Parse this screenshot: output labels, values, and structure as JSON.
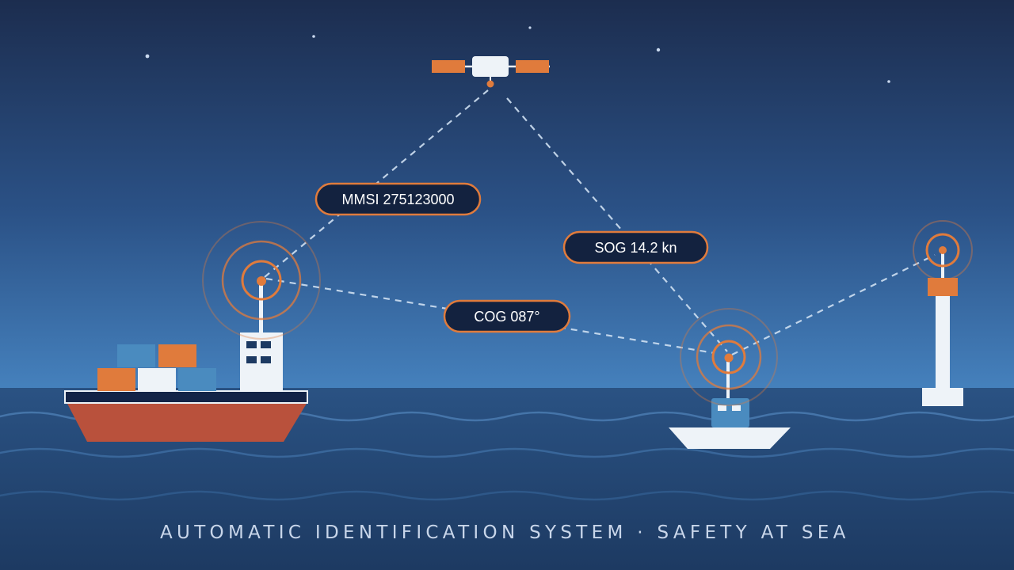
{
  "labels": {
    "mmsi": "MMSI 275123000",
    "sog": "SOG 14.2 kn",
    "cog": "COG 087°"
  },
  "caption": "AUTOMATIC IDENTIFICATION SYSTEM · SAFETY AT SEA",
  "colors": {
    "sky_top": "#1c2d4f",
    "sky_bottom": "#3f7bb8",
    "sea": "#254a76",
    "accent_orange": "#e07b3c",
    "hull_red": "#b9513c",
    "container_blue": "#4a8bbf",
    "white": "#eef3f8",
    "pill_bg": "#13223f"
  },
  "icons": {
    "satellite": "satellite-icon",
    "cargo_ship": "cargo-ship-icon",
    "small_boat": "boat-icon",
    "beacon_tower": "beacon-tower-icon",
    "radio_waves": "radio-waves-icon"
  }
}
